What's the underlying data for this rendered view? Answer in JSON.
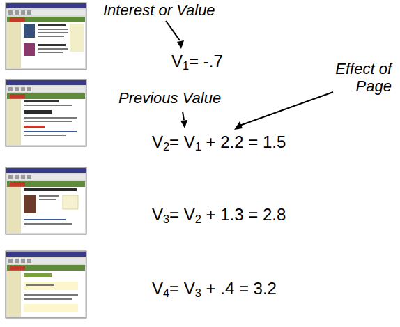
{
  "diagram": {
    "labels": [
      "Interest or Value",
      "V1= -.7",
      "Previous Value",
      "Effect of Page",
      "V2= V1 + 2.2 = 1.5",
      "V3= V2 + 1.3 = 2.8",
      "V4= V3 + .4 = 3.2"
    ]
  }
}
